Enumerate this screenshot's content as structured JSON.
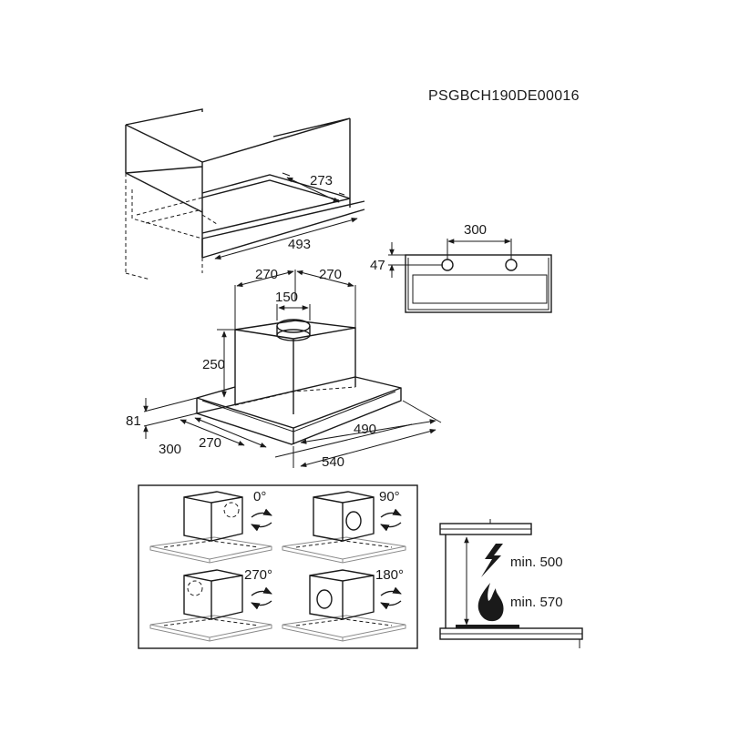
{
  "document": {
    "code": "PSGBCH190DE00016"
  },
  "cabinet": {
    "depth_label": "273",
    "width_label": "493"
  },
  "bracket": {
    "spacing_label": "300",
    "height_label": "47"
  },
  "hood": {
    "left_offset_label": "270",
    "right_offset_label": "270",
    "outlet_label": "150",
    "chimney_height_label": "250",
    "front_height_label": "81",
    "depth_outer_label": "300",
    "depth_inner_label": "270",
    "width_inner_label": "490",
    "width_outer_label": "540"
  },
  "orientations": [
    {
      "angle_label": "0°"
    },
    {
      "angle_label": "90°"
    },
    {
      "angle_label": "270°"
    },
    {
      "angle_label": "180°"
    }
  ],
  "clearances": {
    "electric_label": "min. 500",
    "gas_label": "min. 570"
  }
}
